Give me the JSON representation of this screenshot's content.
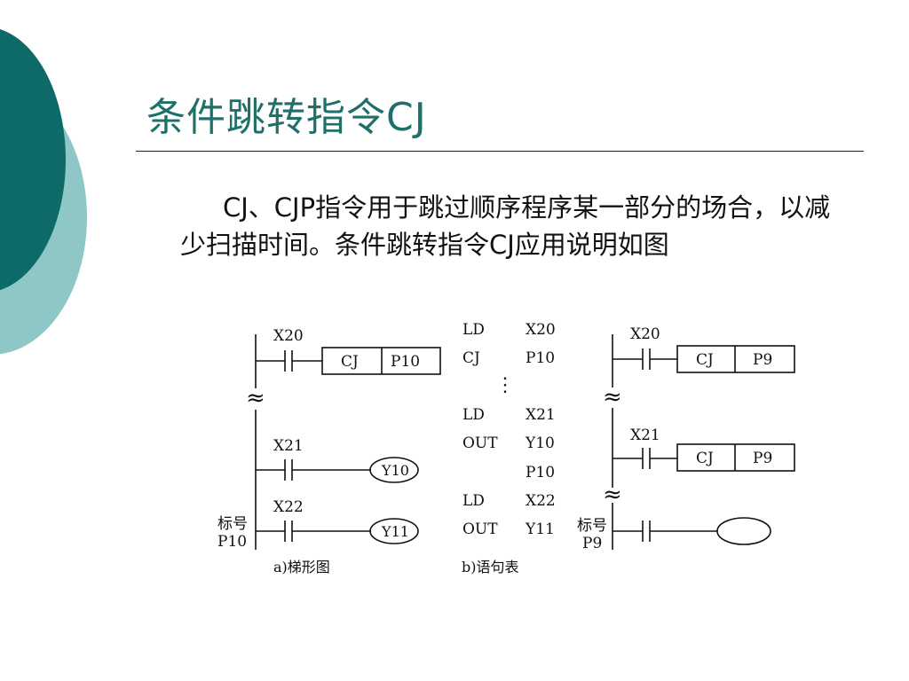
{
  "slide": {
    "title": "条件跳转指令CJ",
    "body": "CJ、CJP指令用于跳过顺序程序某一部分的场合，以减少扫描时间。条件跳转指令CJ应用说明如图",
    "colors": {
      "accent_dark": "#0d6a66",
      "accent_light": "#8ec7c5",
      "title": "#1f6f6a"
    }
  },
  "diagram_a": {
    "caption": "a)梯形图",
    "contacts": {
      "c1": "X20",
      "c2": "X21",
      "c3": "X22"
    },
    "box1": {
      "op": "CJ",
      "arg": "P10"
    },
    "coils": {
      "y10": "Y10",
      "y11": "Y11"
    },
    "label_tag": "标号",
    "label_p": "P10",
    "break_mark": "≈"
  },
  "diagram_b": {
    "caption": "b)语句表",
    "rows": [
      {
        "op": "LD",
        "arg": "X20"
      },
      {
        "op": "CJ",
        "arg": "P10"
      },
      {
        "op": "⋮",
        "arg": ""
      },
      {
        "op": "LD",
        "arg": "X21"
      },
      {
        "op": "OUT",
        "arg": "Y10"
      },
      {
        "op": "",
        "arg": "P10"
      },
      {
        "op": "LD",
        "arg": "X22"
      },
      {
        "op": "OUT",
        "arg": "Y11"
      }
    ]
  },
  "diagram_c": {
    "contacts": {
      "c1": "X20",
      "c2": "X21"
    },
    "box1": {
      "op": "CJ",
      "arg": "P9"
    },
    "box2": {
      "op": "CJ",
      "arg": "P9"
    },
    "label_tag": "标号",
    "label_p": "P9",
    "break_mark": "≈"
  }
}
